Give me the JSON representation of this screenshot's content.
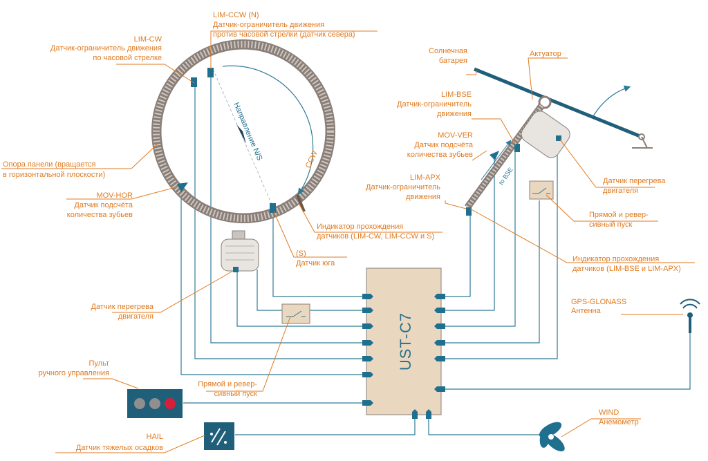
{
  "controller": {
    "label": "UST-C7"
  },
  "labels": {
    "lim_cw_code": "LIM-CW",
    "lim_cw_l1": "Датчик-ограничитель движения",
    "lim_cw_l2": "по часовой стрелке",
    "lim_ccw_code": "LIM-CCW (N)",
    "lim_ccw_l1": "Датчик-ограничитель движения",
    "lim_ccw_l2": "против часовой стрелки (датчик севера)",
    "support_l1": "Опора панели (вращается",
    "support_l2": "в горизонтальной плоскости)",
    "movhor_code": "MOV-HOR",
    "movhor_l1": "Датчик подсчёта",
    "movhor_l2": "количества зубьев",
    "ns_direction": "Направление N/S",
    "ccw": "CCW",
    "indicator_l1": "Индикатор прохождения",
    "indicator_l2": "датчиков (LIM-CW, LIM-CCW и S)",
    "south_code": "(S)",
    "south_l1": "Датчик юга",
    "overheat1_l1": "Датчик перегрева",
    "overheat1_l2": "двигателя",
    "remote_l1": "Пульт",
    "remote_l2": "ручного управления",
    "starter1_l1": "Прямой и ревер-",
    "starter1_l2": "сивный пуск",
    "hail_code": "HAIL",
    "hail_l1": "Датчик тяжелых осадков",
    "solar_l1": "Солнечная",
    "solar_l2": "батарея",
    "actuator": "Актуатор",
    "limbse_code": "LIM-BSE",
    "limbse_l1": "Датчик-ограничитель",
    "limbse_l2": "движения",
    "movver_code": "MOV-VER",
    "movver_l1": "Датчик подсчёта",
    "movver_l2": "количества зубьев",
    "limapx_code": "LIM-APX",
    "limapx_l1": "Датчик-ограничитель",
    "limapx_l2": "движения",
    "to_bse": "to BSE",
    "overheat2_l1": "Датчик перегрева",
    "overheat2_l2": "двигателя",
    "starter2_l1": "Прямой и ревер-",
    "starter2_l2": "сивный пуск",
    "indicator2_l1": "Индикатор прохождения",
    "indicator2_l2": "датчиков (LIM-BSE и LIM-APX)",
    "gps_code": "GPS-GLONASS",
    "gps_l1": "Антенна",
    "wind_code": "WIND",
    "wind_l1": "Анемометр"
  },
  "colors": {
    "accent": "#e07a1f",
    "wire": "#2f7a97",
    "controller_fill": "#ead7c0",
    "ring": "#8a7f78"
  }
}
